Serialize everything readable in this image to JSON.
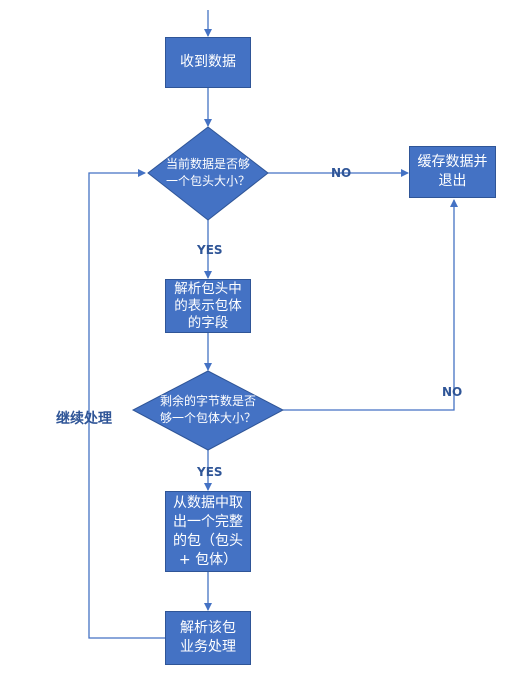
{
  "nodes": {
    "receive": "收到数据",
    "check_header": "当前数据是否够\n一个包头大小？",
    "cache_exit": "缓存数据并\n退出",
    "parse_header": "解析包头中\n的表示包体\n的字段",
    "check_body": "剩余的字节数是否\n够一个包体大小？",
    "extract_packet": "从数据中取\n出一个完整\n的包（包头\n+ 包体）",
    "process": "解析该包\n业务处理"
  },
  "edges": {
    "no_1": "NO",
    "yes_1": "YES",
    "no_2": "NO",
    "yes_2": "YES",
    "loop": "继续处理"
  },
  "colors": {
    "node_fill": "#4472c4",
    "node_border": "#2f5597",
    "line": "#4472c4",
    "label": "#2f5597"
  }
}
